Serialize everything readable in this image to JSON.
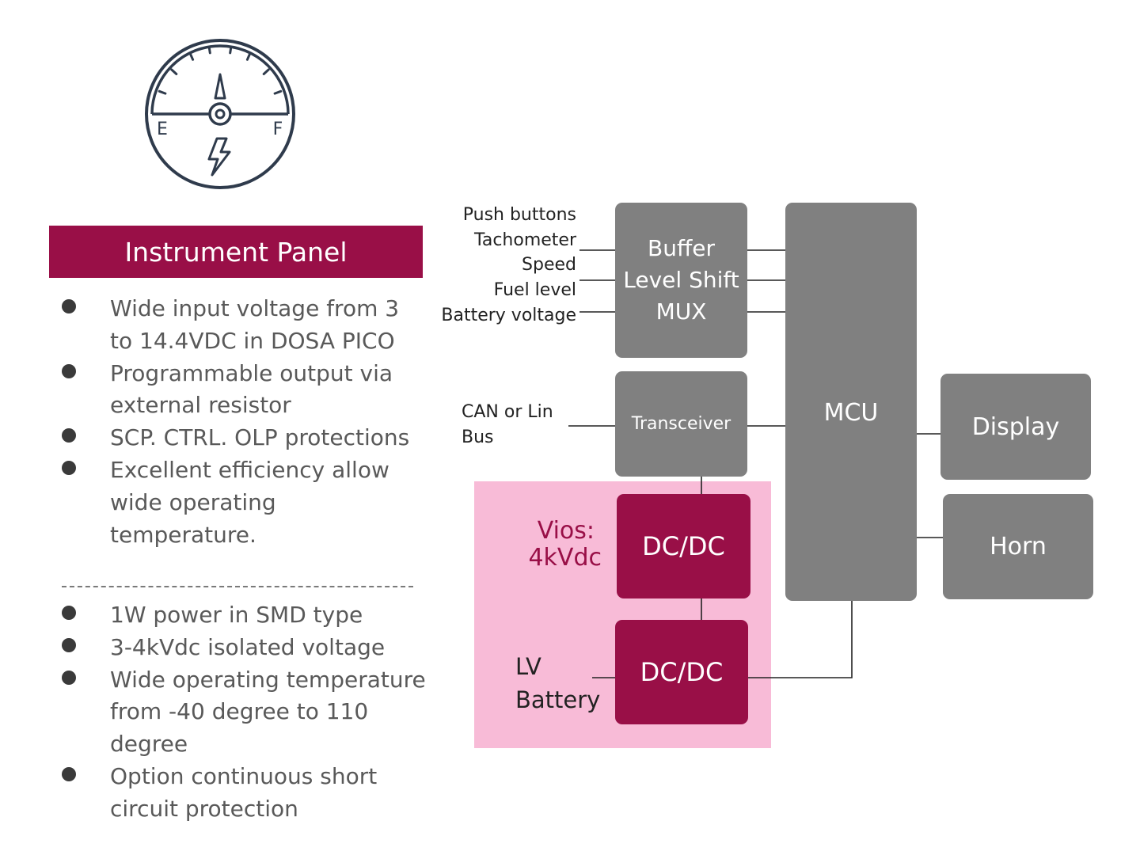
{
  "panel": {
    "title": "Instrument Panel",
    "features_primary": [
      "Wide input voltage from 3 to 14.4VDC in DOSA PICO",
      "Programmable output via external resistor",
      "SCP. CTRL. OLP protections",
      "Excellent efficiency allow wide operating temperature."
    ],
    "features_secondary": [
      "1W power in SMD type",
      "3-4kVdc isolated voltage",
      "Wide operating temperature from -40 degree to 110 degree",
      "Option continuous short circuit protection"
    ]
  },
  "gauge": {
    "icon": "fuel-gauge-lightning-icon",
    "empty_label": "E",
    "full_label": "F"
  },
  "diagram": {
    "input_signals": [
      "Push buttons",
      "Tachometer",
      "Speed",
      "Fuel level",
      "Battery voltage"
    ],
    "bus_label": "CAN or Lin Bus",
    "buffer_block": [
      "Buffer",
      "Level Shift",
      "MUX"
    ],
    "transceiver_block": "Transceiver",
    "mcu_block": "MCU",
    "display_block": "Display",
    "horn_block": "Horn",
    "dcdc_upper": "DC/DC",
    "dcdc_lower": "DC/DC",
    "isolation_label": [
      "Vios:",
      "4kVdc"
    ],
    "battery_label": [
      "LV",
      "Battery"
    ]
  },
  "colors": {
    "accent": "#990f47",
    "block_gray": "#808080",
    "isolation_zone": "#f8bbd7",
    "text_gray": "#595959",
    "icon_navy": "#2f3b4c"
  }
}
